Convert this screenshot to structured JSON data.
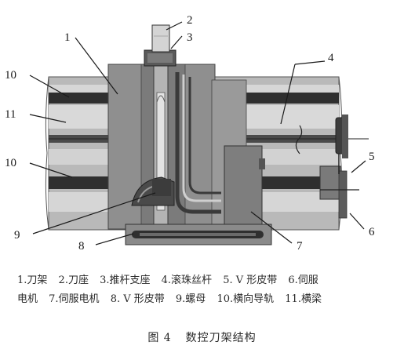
{
  "diagram": {
    "callouts": [
      "1",
      "2",
      "3",
      "4",
      "5",
      "6",
      "7",
      "8",
      "9",
      "10",
      "11",
      "10"
    ]
  },
  "legend": {
    "row1": [
      "1.刀架",
      "2.刀座",
      "3.推杆支座",
      "4.滚珠丝杆",
      "5. V 形皮带",
      "6.伺服"
    ],
    "row2": [
      "电机",
      "7.伺服电机",
      "8. V 形皮带",
      "9.螺母",
      "10.横向导轨",
      "11.横梁"
    ]
  },
  "caption": {
    "figure_no": "图 4",
    "title": "数控刀架结构"
  }
}
